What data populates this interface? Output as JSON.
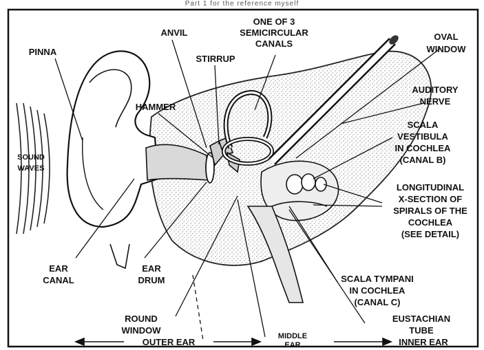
{
  "caption": "Part 1 for the reference myself",
  "labels": {
    "pinna": "PINNA",
    "anvil": "ANVIL",
    "canals_1": "ONE OF 3",
    "canals_2": "SEMICIRCULAR",
    "canals_3": "CANALS",
    "oval_1": "OVAL",
    "oval_2": "WINDOW",
    "stirrup": "STIRRUP",
    "hammer": "HAMMER",
    "auditory_1": "AUDITORY",
    "auditory_2": "NERVE",
    "sound_1": "SOUND",
    "sound_2": "WAVES",
    "vest_1": "SCALA",
    "vest_2": "VESTIBULA",
    "vest_3": "IN COCHLEA",
    "vest_4": "(CANAL B)",
    "long_1": "LONGITUDINAL",
    "long_2": "X-SECTION OF",
    "long_3": "SPIRALS OF THE",
    "long_4": "COCHLEA",
    "long_5": "(SEE DETAIL)",
    "earcanal_1": "EAR",
    "earcanal_2": "CANAL",
    "eardrum_1": "EAR",
    "eardrum_2": "DRUM",
    "tympani_1": "SCALA TYMPANI",
    "tympani_2": "IN COCHLEA",
    "tympani_3": "(CANAL C)",
    "round_1": "ROUND",
    "round_2": "WINDOW",
    "eust_1": "EUSTACHIAN",
    "eust_2": "TUBE",
    "outer_ear": "OUTER EAR",
    "middle_ear_1": "MIDDLE",
    "middle_ear_2": "EAR",
    "inner_ear": "INNER EAR"
  },
  "colors": {
    "ink": "#111111",
    "bone_stipple": "#bdbdbd",
    "paper": "#ffffff"
  }
}
